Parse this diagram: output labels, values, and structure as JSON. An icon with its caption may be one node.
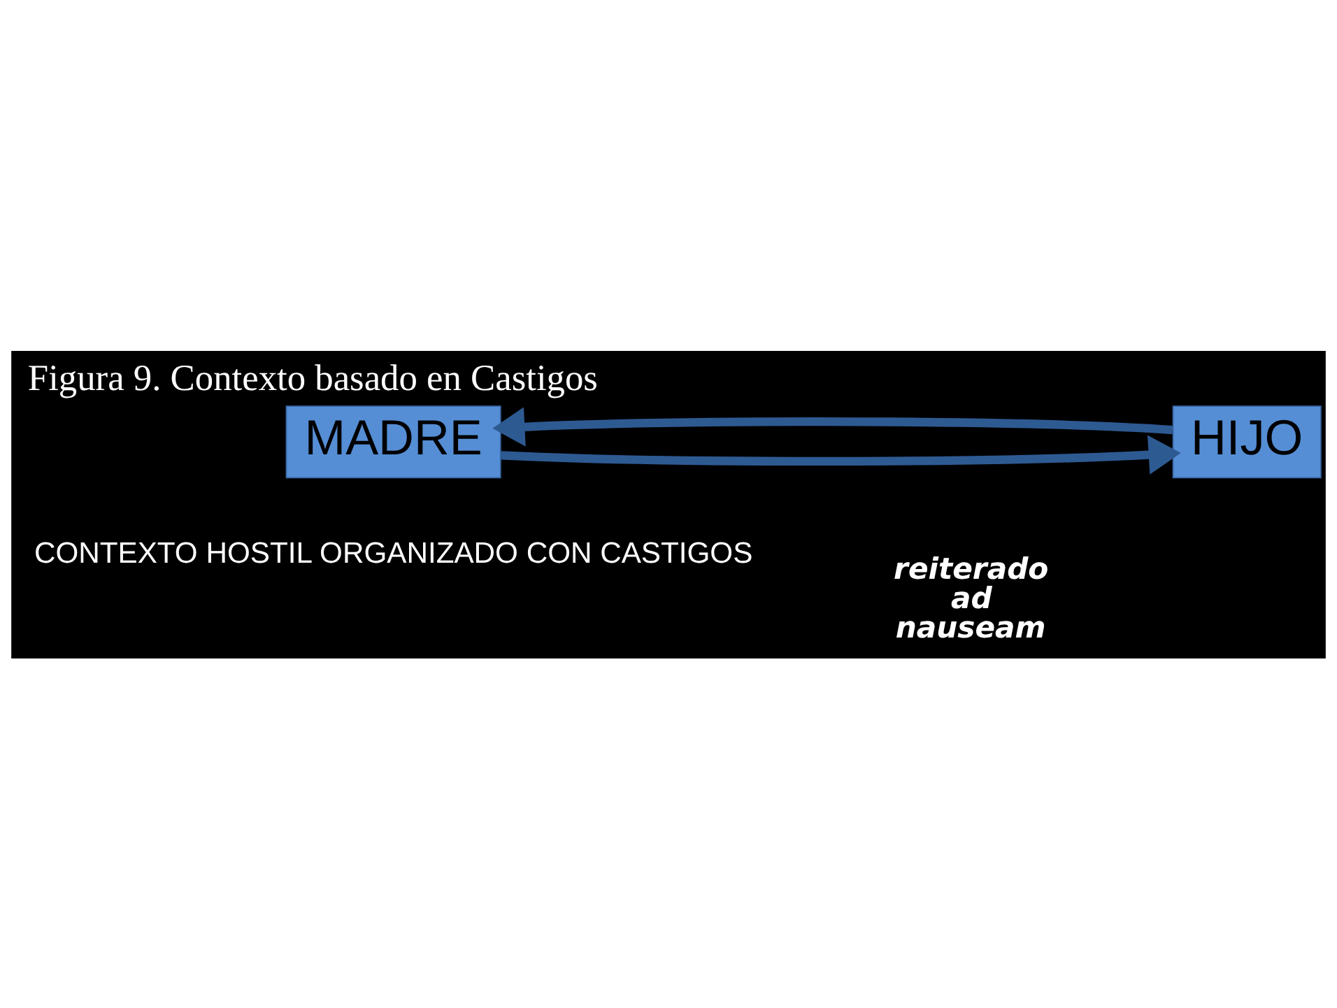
{
  "diagram": {
    "title": "Figura 9. Contexto basado en Castigos",
    "nodes": [
      {
        "text": [
          "MADRE"
        ]
      },
      {
        "text": [
          "HIJO"
        ]
      }
    ],
    "edges": [
      {
        "from": 0,
        "to": 1,
        "arrow": "to"
      },
      {
        "from": 1,
        "to": 0,
        "arrow": "to"
      }
    ],
    "labels": [
      "reiterado ad nauseam",
      "CONTEXTO HOSTIL ORGANIZADO CON CASTIGOS"
    ]
  }
}
